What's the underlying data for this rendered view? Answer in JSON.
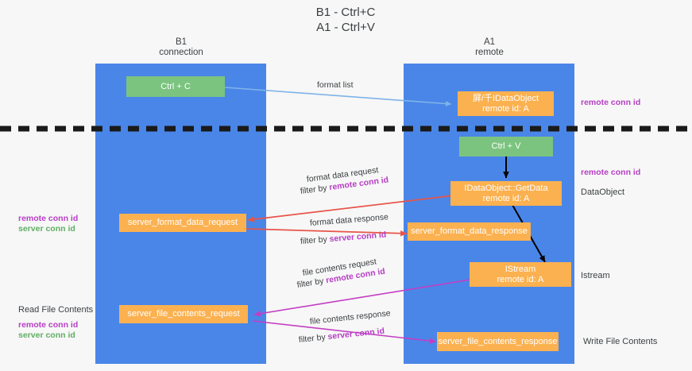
{
  "title": {
    "line1": "B1 - Ctrl+C",
    "line2": "A1 - Ctrl+V"
  },
  "columns": [
    {
      "name": "B1",
      "role": "connection"
    },
    {
      "name": "A1",
      "role": "remote"
    }
  ],
  "nodes": {
    "ctrl_c": {
      "label": "Ctrl + C",
      "color": "#7bc47f"
    },
    "ctrl_v": {
      "label": "Ctrl + V",
      "color": "#7bc47f"
    },
    "data_object_top": {
      "line1": "屏/千IDataObject",
      "line2": "remote id: A",
      "color": "#fbb150"
    },
    "get_data": {
      "line1": "IDataObject::GetData",
      "line2": "remote id: A",
      "color": "#fbb150"
    },
    "format_request": {
      "label": "server_format_data_request",
      "color": "#fbb150"
    },
    "format_response": {
      "label": "server_format_data_response",
      "color": "#fbb150"
    },
    "istream": {
      "line1": "IStream",
      "line2": "remote id: A",
      "color": "#fbb150"
    },
    "file_request": {
      "label": "server_file_contents_request",
      "color": "#fbb150"
    },
    "file_response": {
      "label": "server_file_contents_response",
      "color": "#fbb150"
    }
  },
  "edge_labels": {
    "format_list": "format list",
    "format_data_request": "format data request",
    "format_data_request_filter_prefix": "filter by ",
    "format_data_request_filter_key": "remote conn id",
    "format_data_response": "format data response",
    "format_data_response_filter_prefix": "filter by ",
    "format_data_response_filter_key": "server conn id",
    "file_contents_request": "file contents request",
    "file_contents_request_filter_prefix": "filter by ",
    "file_contents_request_filter_key": "remote conn id",
    "file_contents_response": "file contents response",
    "file_contents_response_filter_prefix": "filter by ",
    "file_contents_response_filter_key": "server conn id"
  },
  "right_labels": {
    "remote_conn_id_top": "remote conn id",
    "remote_conn_id_mid": "remote conn id",
    "data_object": "DataObject",
    "istream": "Istream",
    "write_file_contents": "Write File Contents"
  },
  "left_labels": {
    "remote_conn_id_a": "remote conn id",
    "server_conn_id_a": "server conn id",
    "read_file_contents": "Read File Contents",
    "remote_conn_id_b": "remote conn id",
    "server_conn_id_b": "server conn id"
  },
  "colors": {
    "lane": "#4a86e8",
    "green_node": "#7bc47f",
    "orange_node": "#fbb150",
    "purple_text": "#b63ec4",
    "green_text": "#5fae62",
    "red_arrow": "#e8544a",
    "magenta_arrow": "#c43ec4",
    "blue_arrow": "#7fb3e8",
    "black_arrow": "#000000",
    "divider": "#1a1a1a",
    "background": "#f7f7f7"
  }
}
